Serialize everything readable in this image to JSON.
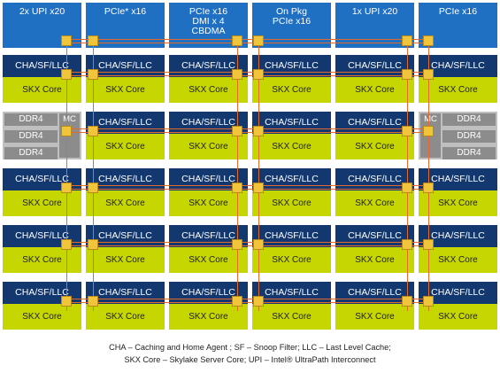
{
  "io_row": [
    {
      "lines": [
        "2x UPI x20"
      ]
    },
    {
      "lines": [
        "PCIe* x16"
      ]
    },
    {
      "lines": [
        "PCIe x16",
        "DMI x 4",
        "CBDMA"
      ]
    },
    {
      "lines": [
        "On Pkg",
        "PCIe x16"
      ]
    },
    {
      "lines": [
        "1x UPI x20"
      ]
    },
    {
      "lines": [
        "PCIe x16"
      ]
    }
  ],
  "tile": {
    "cha_label": "CHA/SF/LLC",
    "core_label": "SKX Core"
  },
  "memory": {
    "ddr_label": "DDR4",
    "mc_label": "MC"
  },
  "rows": 5,
  "columns": 6,
  "legend": {
    "line1": "CHA – Caching and Home Agent ; SF – Snoop Filter; LLC – Last Level Cache;",
    "line2": "SKX Core – Skylake Server Core; UPI – Intel® UltraPath Interconnect"
  },
  "colors": {
    "io_block": "#1f6fc3",
    "cha_band": "#13386f",
    "core": "#c6d600",
    "memory": "#8c8c8c",
    "mesh_line": "#e36a2c",
    "mesh_stop": "#f0c53c"
  }
}
